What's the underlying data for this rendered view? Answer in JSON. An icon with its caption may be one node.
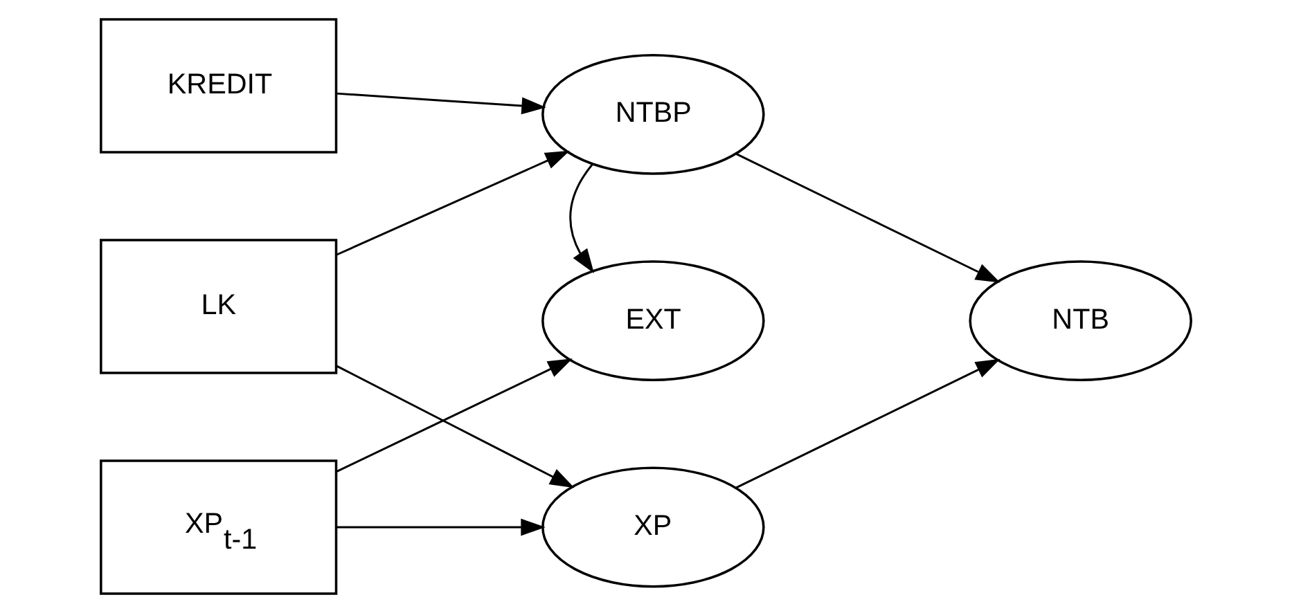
{
  "diagram": {
    "nodes": [
      {
        "text": [
          "KREDIT"
        ]
      },
      {
        "text": [
          "LK"
        ]
      },
      {
        "text": [
          "XP$_{t-1}$"
        ]
      },
      {
        "text": [
          "NTBP"
        ]
      },
      {
        "text": [
          "EXT"
        ]
      },
      {
        "text": [
          "XP"
        ]
      },
      {
        "text": [
          "NTB"
        ]
      }
    ],
    "edges": [
      {
        "from": 0,
        "to": 3,
        "arrow": "to"
      },
      {
        "from": 1,
        "to": 3,
        "arrow": "to"
      },
      {
        "from": 1,
        "to": 5,
        "arrow": "to"
      },
      {
        "from": 2,
        "to": 4,
        "arrow": "to"
      },
      {
        "from": 2,
        "to": 5,
        "arrow": "to"
      },
      {
        "from": 3,
        "to": 4,
        "arrow": "to"
      },
      {
        "from": 3,
        "to": 6,
        "arrow": "to"
      },
      {
        "from": 5,
        "to": 6,
        "arrow": "to"
      }
    ]
  }
}
